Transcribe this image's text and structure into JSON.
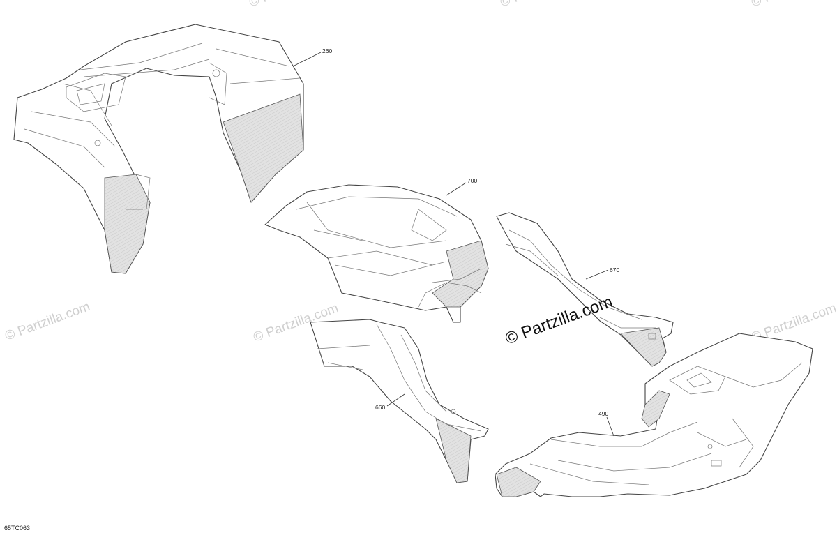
{
  "diagram": {
    "figure_code": "65TC063",
    "watermark_text": "© Partzilla.com",
    "callouts": [
      "260",
      "700",
      "670",
      "660",
      "490"
    ]
  }
}
